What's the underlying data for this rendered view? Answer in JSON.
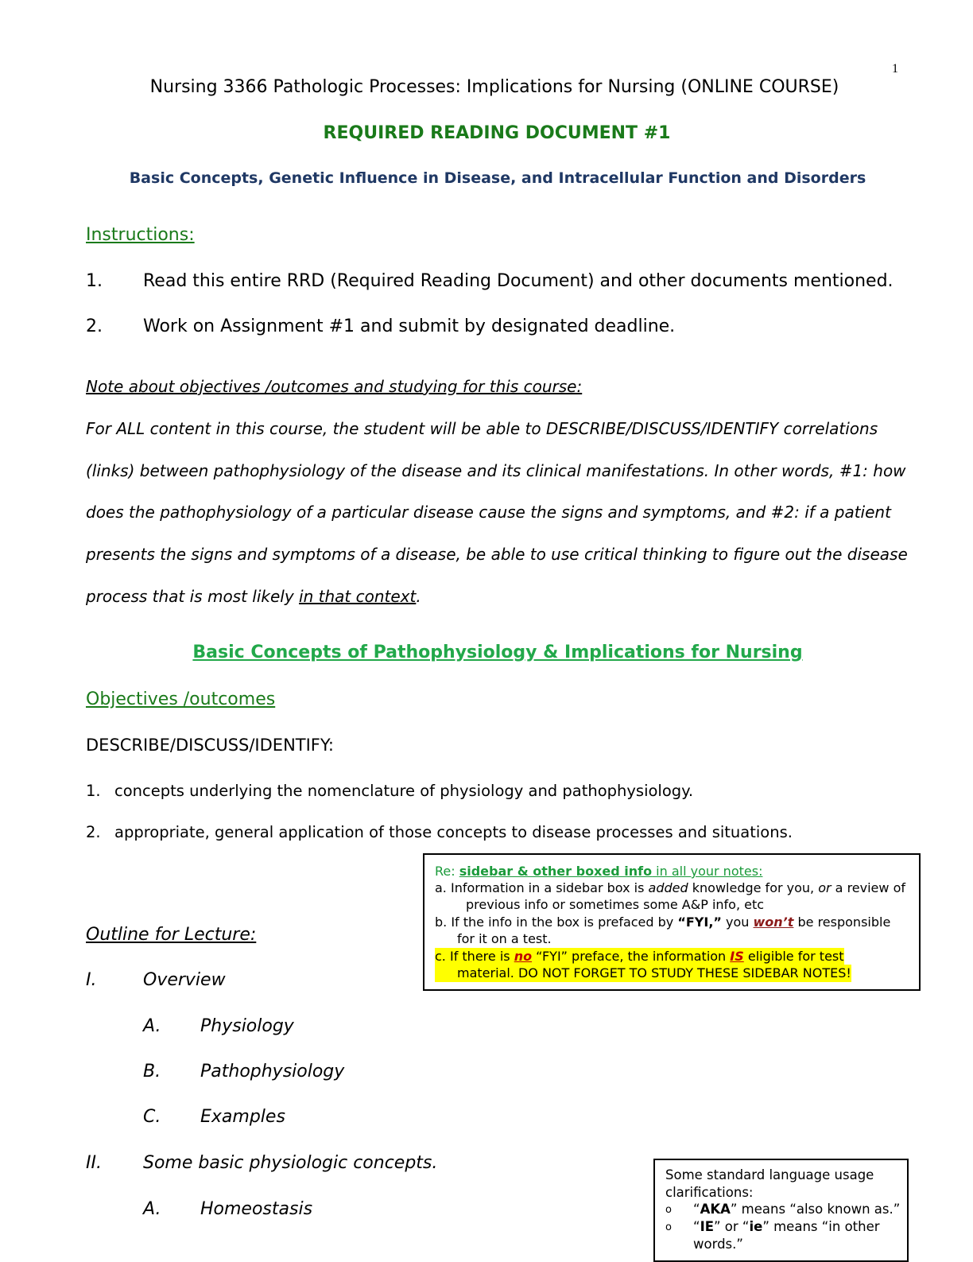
{
  "page_number": "1",
  "header": {
    "title": "Nursing 3366 Pathologic Processes: Implications for Nursing (ONLINE COURSE)",
    "doc_title": "REQUIRED READING DOCUMENT #1",
    "subtitle": "Basic Concepts, Genetic Influence in Disease, and Intracellular Function and Disorders"
  },
  "instructions": {
    "heading": "Instructions:",
    "items": [
      {
        "num": "1.",
        "text": "Read this entire RRD (Required Reading Document) and other documents mentioned."
      },
      {
        "num": "2.",
        "text": "Work on Assignment #1 and submit by designated deadline."
      }
    ]
  },
  "note": {
    "heading": "Note about objectives /outcomes and studying for this course:",
    "lines": [
      "For ALL content in this course, the student will be able to DESCRIBE/DISCUSS/IDENTIFY correlations",
      "(links) between pathophysiology of the disease and its clinical manifestations.  In other words, #1:  how",
      "does the pathophysiology of a particular disease cause the signs and symptoms, and #2: if a patient",
      "presents the signs and symptoms of a disease, be able to use critical thinking to figure out the disease"
    ],
    "last_line_start": "process that is most likely ",
    "last_line_underlined": "in that context",
    "last_line_end": "."
  },
  "section": {
    "heading": "Basic Concepts of Pathophysiology & Implications for Nursing",
    "objectives_heading": "Objectives /outcomes",
    "describe": "DESCRIBE/DISCUSS/IDENTIFY:",
    "objectives": [
      {
        "num": "1.",
        "text": "concepts underlying the nomenclature of physiology and pathophysiology."
      },
      {
        "num": "2.",
        "text": "appropriate, general application of those concepts to disease processes and situations."
      }
    ]
  },
  "sidebar_box": {
    "re": "Re: ",
    "re_bold": "sidebar & other boxed info",
    "re_end": " in all your notes:",
    "a_start": "a.  Information in a sidebar box is ",
    "a_added": "added",
    "a_mid": " knowledge for you, ",
    "a_or": "or",
    "a_end": " a review of",
    "a_line2": "previous info or sometimes some A&P info, etc",
    "b_start": "b.  If the info in the box is prefaced by ",
    "b_fyi": "“FYI,”",
    "b_mid": " you ",
    "b_wont": "won’t",
    "b_end": " be responsible",
    "b_line2": "for it on a test.",
    "c_start": "c. If there is ",
    "c_no": "no",
    "c_mid": " “FYI” preface, the information ",
    "c_is": "IS",
    "c_end": " eligible for test",
    "c_line2": "material. DO NOT FORGET TO STUDY THESE SIDEBAR NOTES!"
  },
  "outline": {
    "heading": "Outline for Lecture:",
    "items": [
      {
        "num": "I.",
        "text": "Overview"
      },
      {
        "num": "A.",
        "text": "Physiology"
      },
      {
        "num": "B.",
        "text": "Pathophysiology"
      },
      {
        "num": "C.",
        "text": "Examples"
      },
      {
        "num": "II.",
        "text": "Some basic physiologic concepts."
      },
      {
        "num": "A.",
        "text": "Homeostasis"
      }
    ]
  },
  "language_box": {
    "line1": "Some standard language usage",
    "line2": "clarifications:",
    "bullet": "o",
    "aka_q1": "“",
    "aka": "AKA",
    "aka_rest": "” means “also known as.”",
    "ie_q1": "“",
    "ie1": "IE",
    "ie_mid": "” or “",
    "ie2": "ie",
    "ie_rest": "” means “in other",
    "ie_line2": "words.”"
  }
}
